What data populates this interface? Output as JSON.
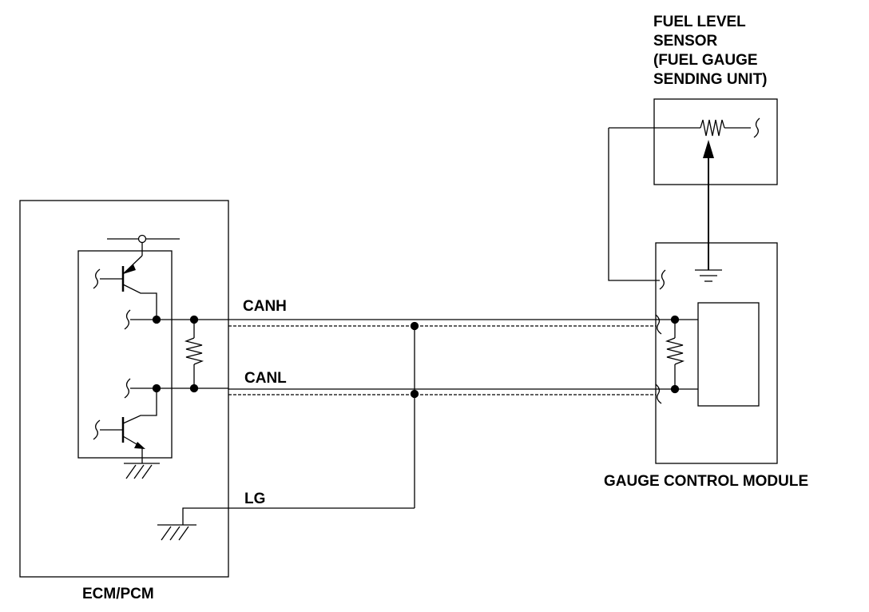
{
  "labels": {
    "fuel_sensor": [
      "FUEL LEVEL",
      "SENSOR",
      "(FUEL GAUGE",
      "SENDING UNIT)"
    ],
    "canh": "CANH",
    "canl": "CANL",
    "lg": "LG",
    "gauge_module": "GAUGE CONTROL MODULE",
    "ecm": "ECM/PCM"
  },
  "colors": {
    "line": "#000000",
    "background": "#ffffff"
  }
}
